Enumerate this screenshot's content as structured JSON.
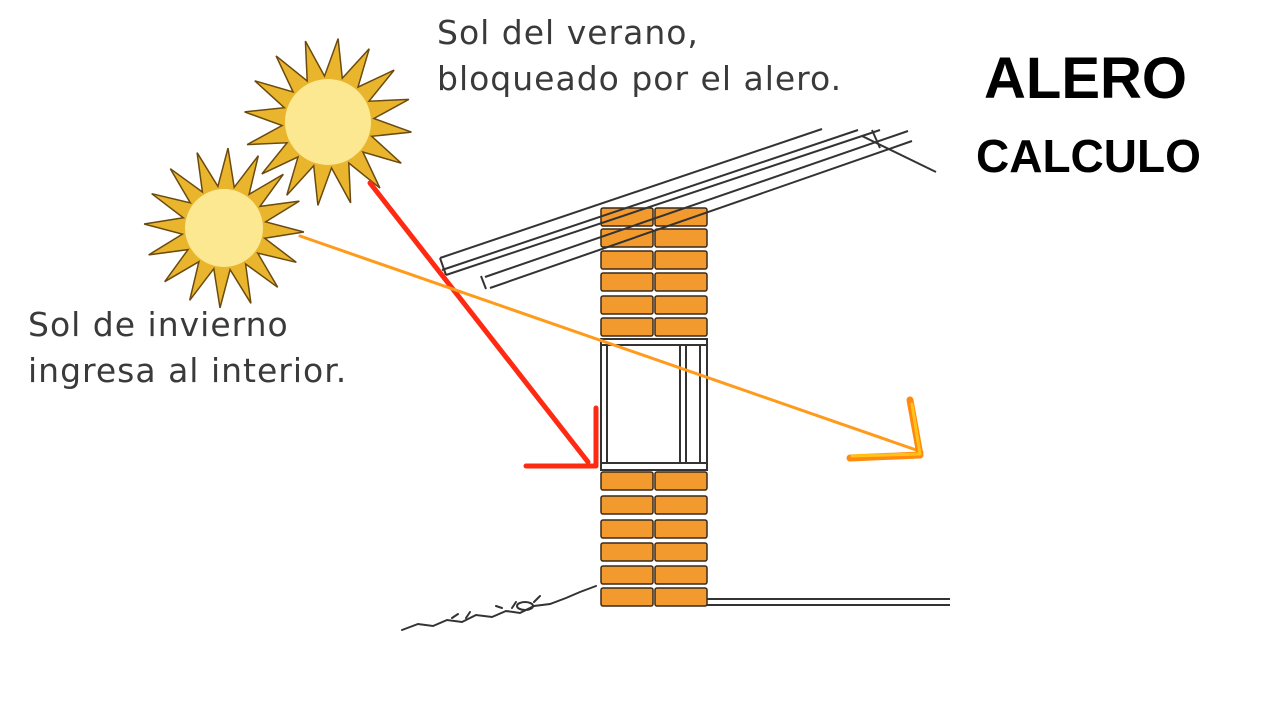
{
  "title": "ALERO",
  "subtitle": "CALCULO",
  "summer_label": {
    "line1": "Sol del verano,",
    "line2": "bloqueado por el alero."
  },
  "winter_label": {
    "line1": "Sol de invierno",
    "line2": "ingresa al interior."
  },
  "icons": {
    "summer_sun": "sun-icon",
    "winter_sun": "sun-icon"
  },
  "colors": {
    "summer_ray": "#ff2a12",
    "winter_ray": "#ff9a1a",
    "winter_arrowhead": "#ffc21a",
    "brick": "#f39a2e",
    "brick_mortar": "#3a2a1a",
    "sun_core": "#fbe891",
    "sun_rays": "#e9b52c",
    "line": "#333333",
    "text": "#3a3a3a",
    "heading": "#000000"
  }
}
